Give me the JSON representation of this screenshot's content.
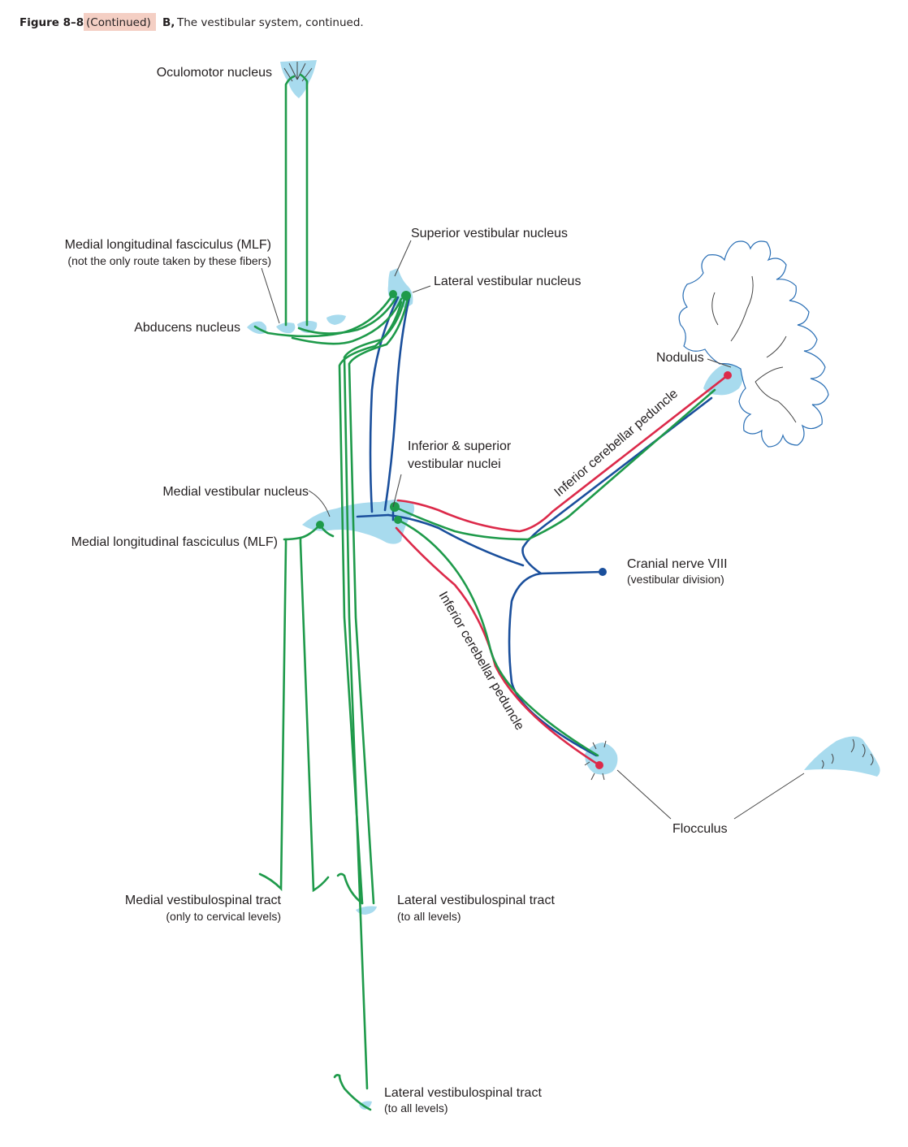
{
  "caption": {
    "figure_label": "Figure 8–8",
    "continued": "(Continued)",
    "panel": "B,",
    "text": "The vestibular system, continued."
  },
  "colors": {
    "caption_highlight": "#f4cfc4",
    "nucleus_fill": "#a8dbee",
    "green_fibers": "#1e9a4a",
    "blue_fibers": "#1a4f9c",
    "red_fibers": "#dc2a4a",
    "cerebellum_outline": "#2a6fb5"
  },
  "labels": {
    "oculomotor": "Oculomotor nucleus",
    "mlf_top": "Medial longitudinal fasciculus (MLF)",
    "mlf_top_note": "(not the only route taken by these fibers)",
    "abducens": "Abducens nucleus",
    "superior_vestibular": "Superior vestibular nucleus",
    "lateral_vestibular": "Lateral vestibular nucleus",
    "nodulus": "Nodulus",
    "inf_sup_line1": "Inferior & superior",
    "inf_sup_line2": "vestibular nuclei",
    "medial_vestibular": "Medial vestibular nucleus",
    "mlf_mid": "Medial longitudinal fasciculus (MLF)",
    "icp_upper": "Inferior cerebellar peduncle",
    "icp_lower": "Inferior cerebellar peduncle",
    "cranial_nerve": "Cranial nerve VIII",
    "cranial_nerve_note": "(vestibular division)",
    "flocculus": "Flocculus",
    "medial_vst": "Medial vestibulospinal tract",
    "medial_vst_note": "(only to cervical levels)",
    "lateral_vst_mid": "Lateral vestibulospinal tract",
    "lateral_vst_mid_note": "(to all levels)",
    "lateral_vst_bottom": "Lateral vestibulospinal tract",
    "lateral_vst_bottom_note": "(to all levels)"
  }
}
